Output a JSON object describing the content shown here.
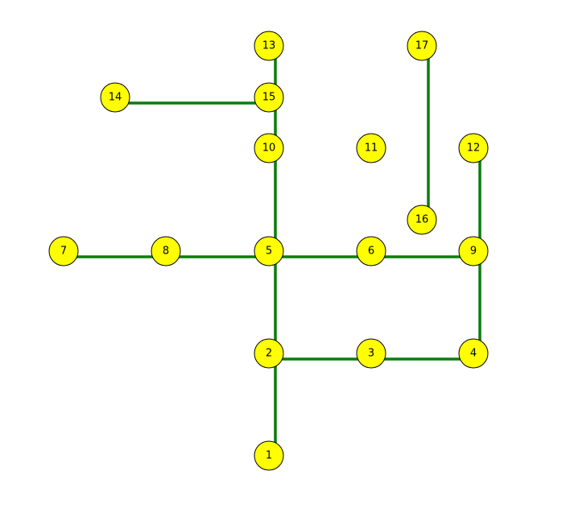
{
  "colors": {
    "background": "#ffffff",
    "edge": "#0a7d0a",
    "node_fill": "#ffff00",
    "node_stroke": "#000000",
    "label": "#000000"
  },
  "graph": {
    "nodes": [
      {
        "id": "1",
        "label": "1"
      },
      {
        "id": "2",
        "label": "2"
      },
      {
        "id": "3",
        "label": "3"
      },
      {
        "id": "4",
        "label": "4"
      },
      {
        "id": "5",
        "label": "5"
      },
      {
        "id": "6",
        "label": "6"
      },
      {
        "id": "7",
        "label": "7"
      },
      {
        "id": "8",
        "label": "8"
      },
      {
        "id": "9",
        "label": "9"
      },
      {
        "id": "10",
        "label": "10"
      },
      {
        "id": "11",
        "label": "11"
      },
      {
        "id": "12",
        "label": "12"
      },
      {
        "id": "13",
        "label": "13"
      },
      {
        "id": "14",
        "label": "14"
      },
      {
        "id": "15",
        "label": "15"
      },
      {
        "id": "16",
        "label": "16"
      },
      {
        "id": "17",
        "label": "17"
      }
    ],
    "edges": [
      {
        "from": "1",
        "to": "2"
      },
      {
        "from": "2",
        "to": "3"
      },
      {
        "from": "3",
        "to": "4"
      },
      {
        "from": "4",
        "to": "9"
      },
      {
        "from": "2",
        "to": "5"
      },
      {
        "from": "5",
        "to": "6"
      },
      {
        "from": "6",
        "to": "9"
      },
      {
        "from": "9",
        "to": "12"
      },
      {
        "from": "5",
        "to": "8"
      },
      {
        "from": "8",
        "to": "7"
      },
      {
        "from": "5",
        "to": "10"
      },
      {
        "from": "10",
        "to": "15"
      },
      {
        "from": "15",
        "to": "13"
      },
      {
        "from": "15",
        "to": "14"
      },
      {
        "from": "16",
        "to": "17"
      }
    ]
  }
}
